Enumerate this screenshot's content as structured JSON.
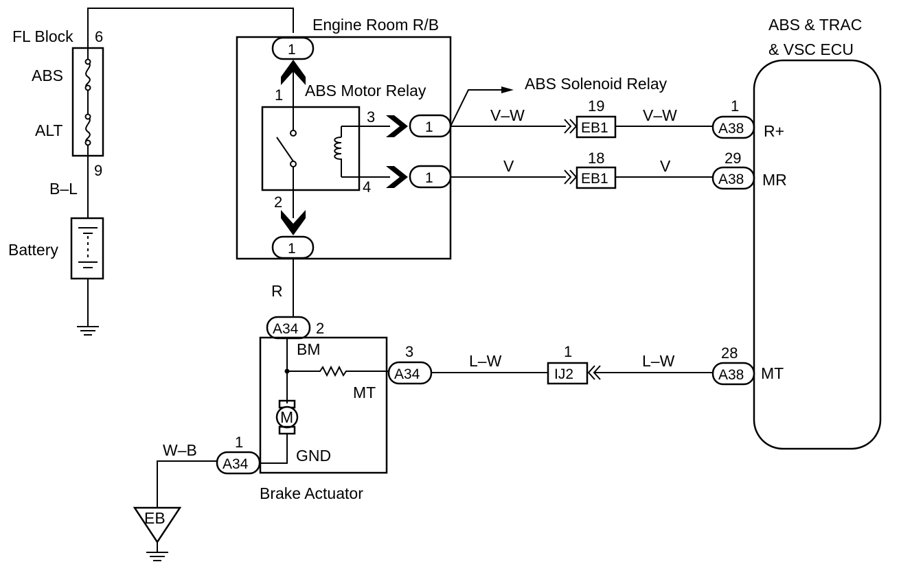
{
  "labels": {
    "fl_block": "FL Block",
    "fuse_abs": "ABS",
    "fuse_alt": "ALT",
    "battery": "Battery",
    "engine_room_rb": "Engine Room R/B",
    "abs_motor_relay": "ABS Motor Relay",
    "abs_solenoid_relay": "ABS Solenoid Relay",
    "ecu_line1": "ABS & TRAC",
    "ecu_line2": "& VSC ECU",
    "brake_actuator": "Brake Actuator",
    "motor_symbol": "M",
    "ground_eb": "EB"
  },
  "pins": {
    "fl_top": "6",
    "fl_bottom": "9",
    "relay_1": "1",
    "relay_2": "2",
    "relay_3": "3",
    "relay_4": "4",
    "eb1_top": "19",
    "eb1_bottom": "18",
    "ecu_r_pin": "1",
    "ecu_mr_pin": "29",
    "ecu_mt_pin": "28",
    "a34_top_pin": "2",
    "a34_mt_pin": "3",
    "a34_gnd_pin": "1",
    "ij2_pin": "1"
  },
  "wires": {
    "b_l": "B–L",
    "v_w_left": "V–W",
    "v_w_right": "V–W",
    "v_left": "V",
    "v_right": "V",
    "r": "R",
    "l_w_left": "L–W",
    "l_w_right": "L–W",
    "w_b": "W–B"
  },
  "connectors": {
    "rb_top": "1",
    "rb_3": "1",
    "rb_4": "1",
    "rb_bottom": "1",
    "eb1_a": "EB1",
    "eb1_b": "EB1",
    "a38_r": "A38",
    "a38_mr": "A38",
    "a38_mt": "A38",
    "a34_top": "A34",
    "a34_mt": "A34",
    "a34_gnd": "A34",
    "ij2": "IJ2"
  },
  "terminals": {
    "r_plus": "R+",
    "mr": "MR",
    "mt_ecu": "MT",
    "bm": "BM",
    "mt_act": "MT",
    "gnd": "GND"
  }
}
